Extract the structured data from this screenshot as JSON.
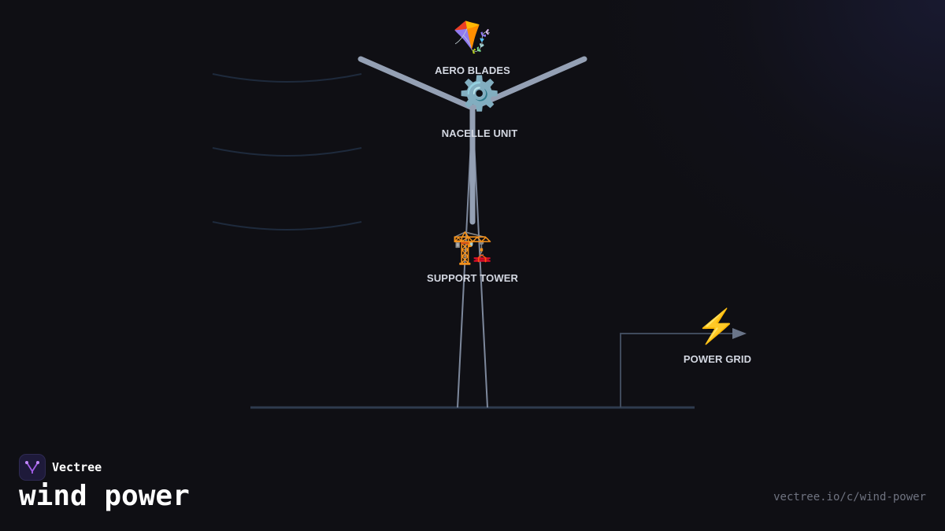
{
  "diagram": {
    "nodes": [
      {
        "id": "blades",
        "label": "AERO BLADES",
        "icon": "kite-icon",
        "glyph": "🪁"
      },
      {
        "id": "nacelle",
        "label": "NACELLE UNIT",
        "icon": "gear-icon",
        "glyph": "⚙️"
      },
      {
        "id": "tower",
        "label": "SUPPORT TOWER",
        "icon": "construction-crane-icon",
        "glyph": "🏗️"
      },
      {
        "id": "grid",
        "label": "POWER GRID",
        "icon": "lightning-bolt-icon",
        "glyph": "⚡"
      }
    ],
    "colors": {
      "background": "#0f0f14",
      "label": "#d4d8e2",
      "blade": "#94a0b4",
      "tower": "#7d889c",
      "ground": "#2e3b4e",
      "cable": "#3f4a5c",
      "wind_line": "#1e2a3c",
      "arrow": "#6a7589"
    }
  },
  "brand": {
    "name": "Vectree",
    "logo_icon": "vectree-logo-icon"
  },
  "title": "wind power",
  "url": "vectree.io/c/wind-power"
}
